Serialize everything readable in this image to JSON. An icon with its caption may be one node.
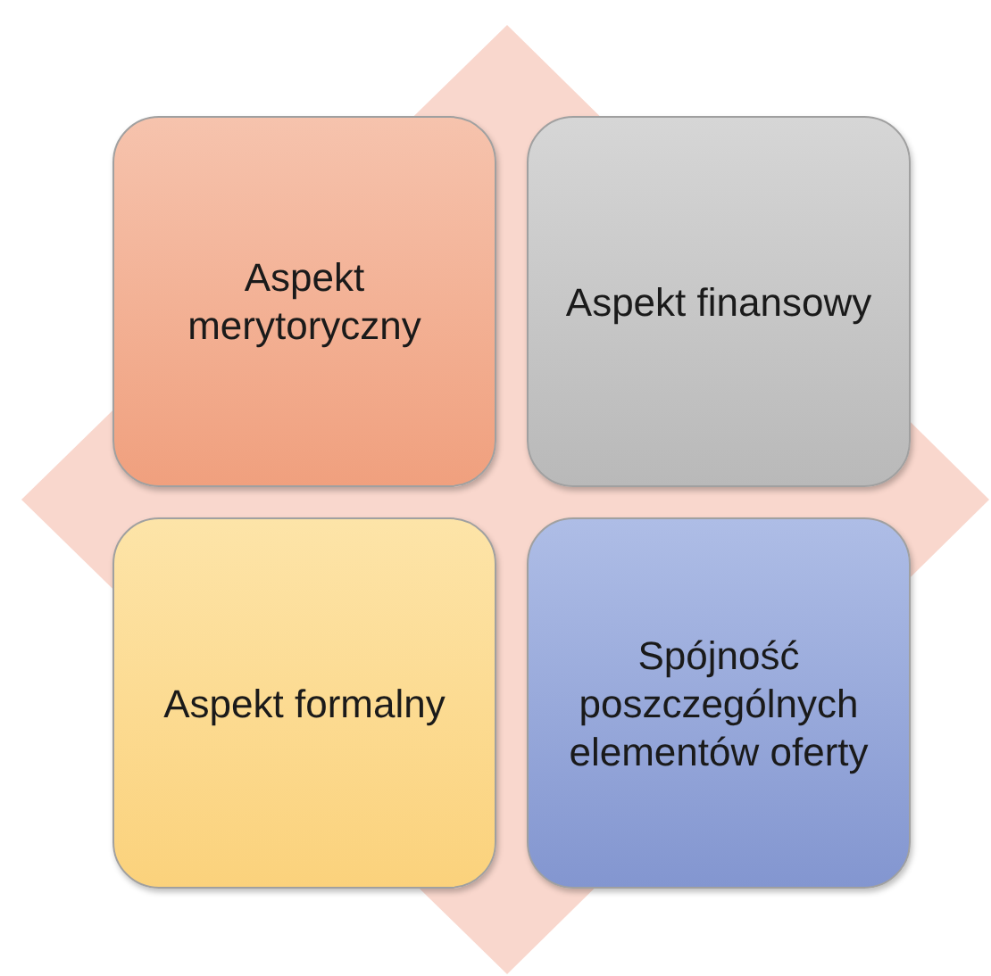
{
  "diagram": {
    "nodes": [
      {
        "text": [
          "Aspekt merytoryczny"
        ]
      },
      {
        "text": [
          "Aspekt finansowy"
        ]
      },
      {
        "text": [
          "Aspekt formalny"
        ]
      },
      {
        "text": [
          "Spójność poszczególnych elementów oferty"
        ]
      }
    ]
  }
}
